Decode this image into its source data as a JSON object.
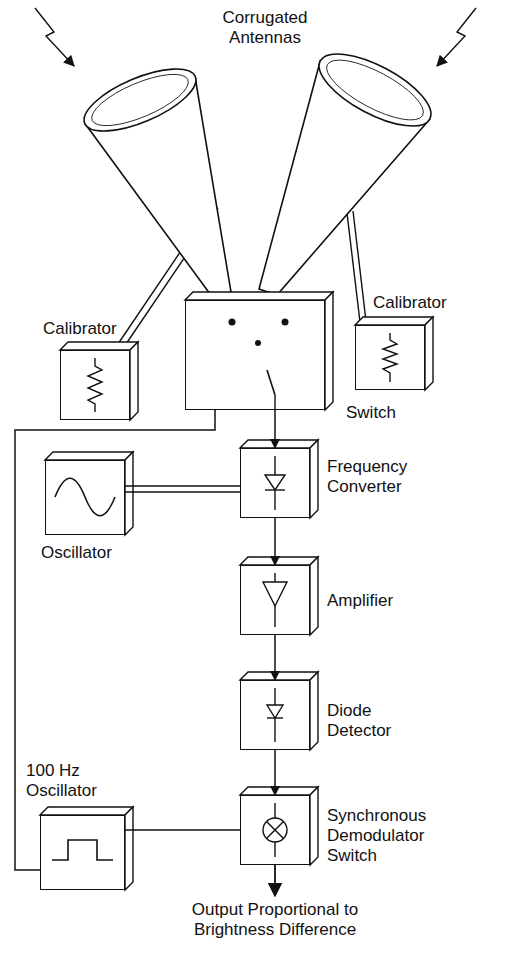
{
  "diagram": {
    "nodes": [
      {
        "text": [
          "Calibrator"
        ]
      },
      {
        "text": [
          "Calibrator"
        ]
      },
      {
        "text": [
          "Switch"
        ]
      },
      {
        "text": [
          "Oscillator"
        ]
      },
      {
        "text": [
          "Frequency Converter"
        ]
      },
      {
        "text": [
          "Amplifier"
        ]
      },
      {
        "text": [
          "Diode Detector"
        ]
      },
      {
        "text": [
          "100 Hz Oscillator"
        ]
      },
      {
        "text": [
          "Synchronous Demodulator Switch"
        ]
      }
    ],
    "edges": [
      {
        "from": 2,
        "to": 4,
        "arrow": "to"
      },
      {
        "from": 4,
        "to": 5,
        "arrow": "to"
      },
      {
        "from": 5,
        "to": 6,
        "arrow": "to"
      },
      {
        "from": 6,
        "to": 8,
        "arrow": "to"
      },
      {
        "from": 3,
        "to": 4,
        "arrow": "none"
      },
      {
        "from": 7,
        "to": 8,
        "arrow": "none"
      },
      {
        "from": 7,
        "to": 2,
        "arrow": "none"
      }
    ],
    "labels": [
      "Corrugated Antennas",
      "Output Proportional to Brightness Difference"
    ]
  }
}
